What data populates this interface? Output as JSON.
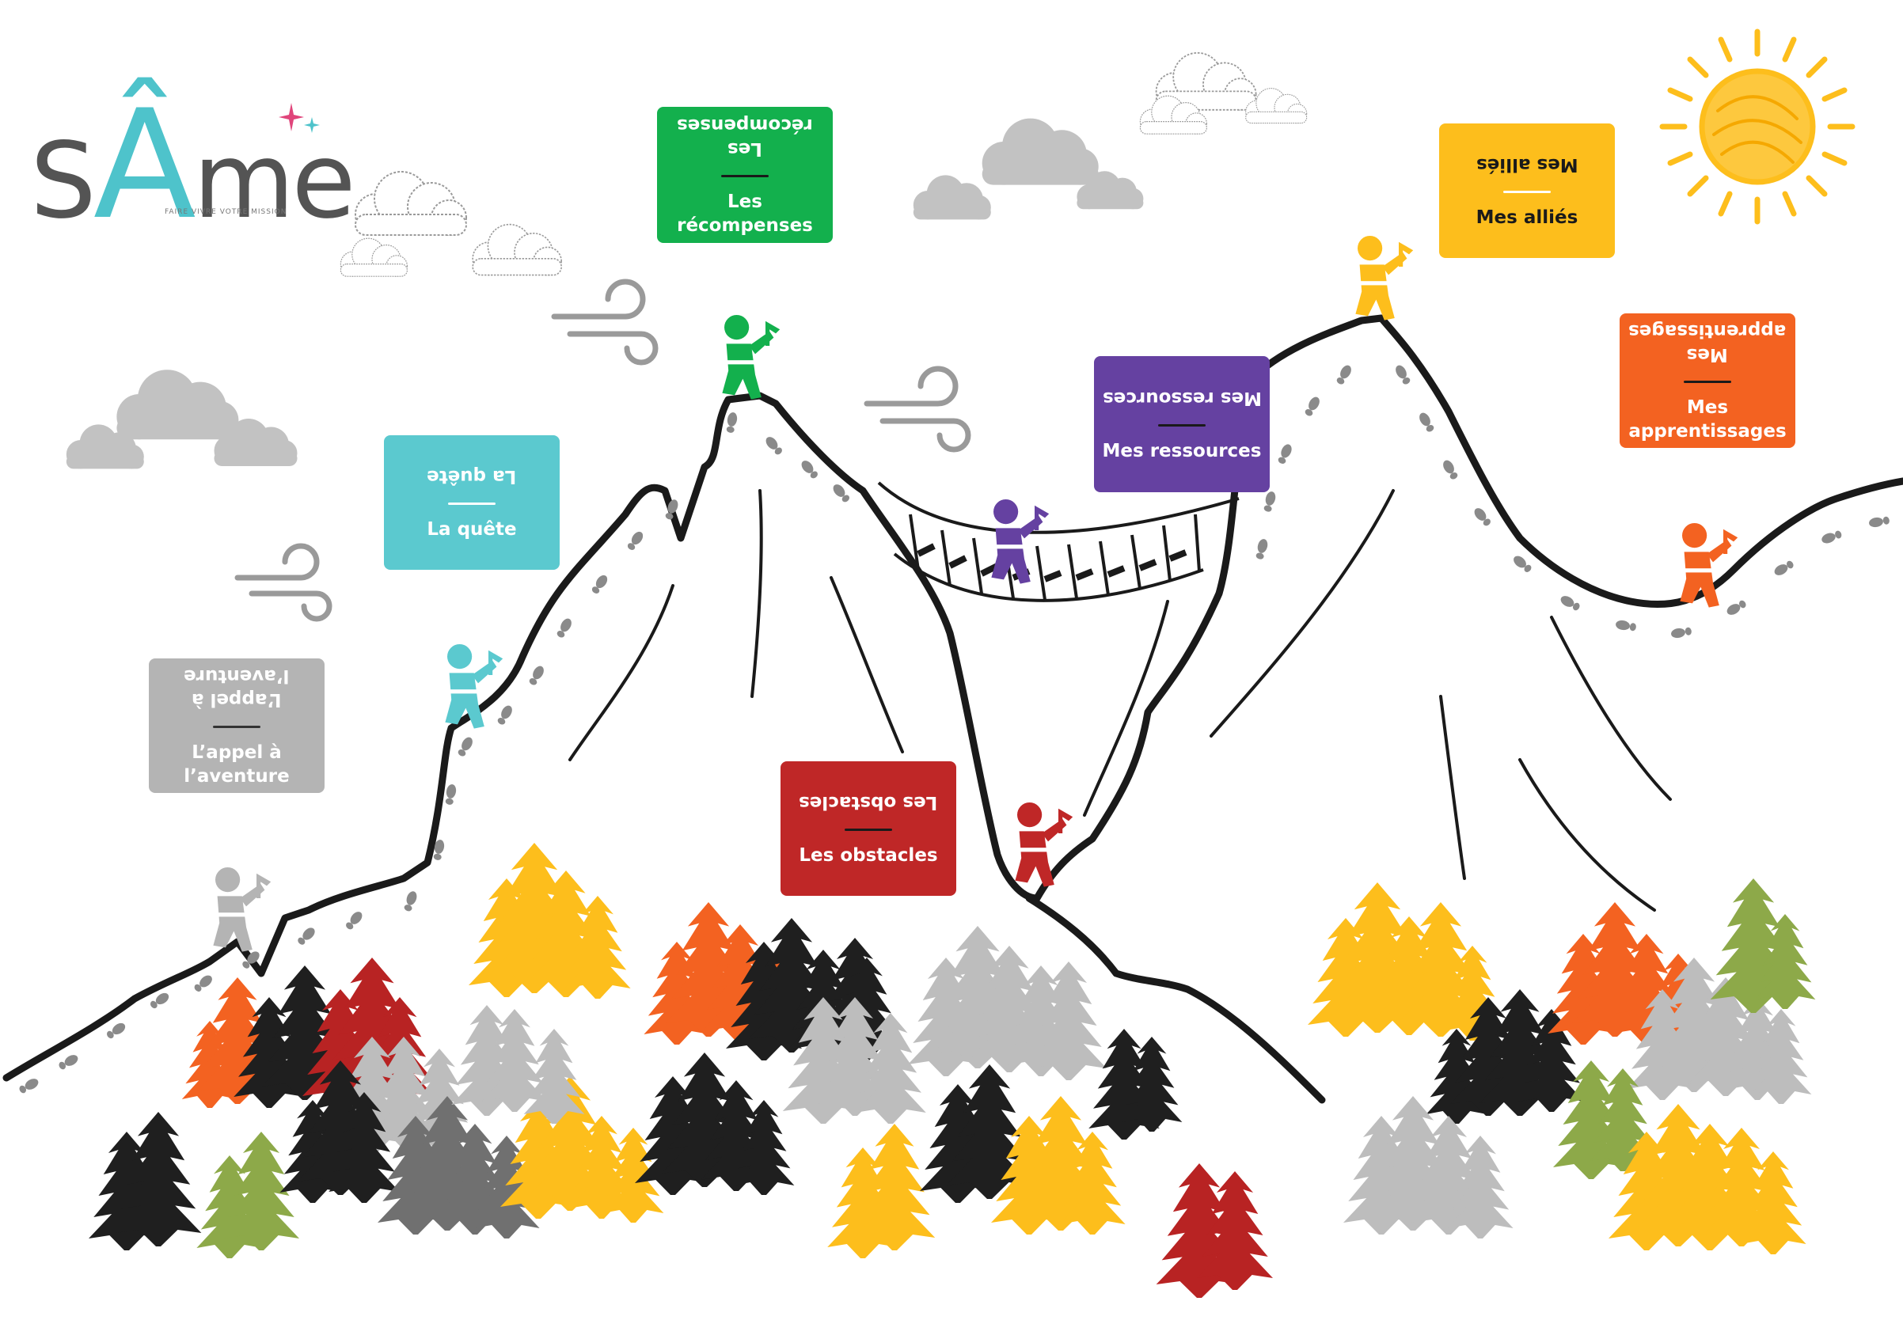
{
  "brand": {
    "word_left": "S",
    "word_accent": "Â",
    "word_right": "me",
    "tagline": "FAIRE VIVRE VOTRE MISSION",
    "accent_color": "#4EC3CB",
    "text_color": "#545454"
  },
  "stages": [
    {
      "id": "appel",
      "label": "L’appel à l’aventure",
      "line1": "L’appel à",
      "line2": "l’aventure",
      "color": "#B4B4B4"
    },
    {
      "id": "quete",
      "label": "La quête",
      "line1": "La quête",
      "line2": "",
      "color": "#5BC9CF"
    },
    {
      "id": "recompenses",
      "label": "Les récompenses",
      "line1": "Les",
      "line2": "récompenses",
      "color": "#13B04D"
    },
    {
      "id": "obstacles",
      "label": "Les obstacles",
      "line1": "Les obstacles",
      "line2": "",
      "color": "#BF2727"
    },
    {
      "id": "ressources",
      "label": "Mes ressources",
      "line1": "Mes ressources",
      "line2": "",
      "color": "#6541A1"
    },
    {
      "id": "allies",
      "label": "Mes alliés",
      "line1": "Mes alliés",
      "line2": "",
      "color": "#FDBE1C"
    },
    {
      "id": "apprentissages",
      "label": "Mes apprentissages",
      "line1": "Mes",
      "line2": "apprentissages",
      "color": "#F36221"
    }
  ],
  "climber_colors": [
    "#B4B4B4",
    "#5BC9CF",
    "#13B04D",
    "#6541A1",
    "#BF2727",
    "#FDBE1C",
    "#F36221"
  ],
  "icons": {
    "sun": "sun-icon",
    "cloud": "cloud-icon",
    "wind": "wind-icon",
    "tree": "pine-tree-icon",
    "climber": "climber-icon",
    "bridge": "rope-bridge-icon",
    "footprints": "footprints-icon"
  },
  "palette": {
    "outline": "#1a1a1a",
    "footprint": "#8a8a8a",
    "cloud_gray": "#C2C2C2",
    "sun": "#FDBE1C",
    "wind": "#9A9A9A",
    "trees": [
      "#FDBE1C",
      "#F36221",
      "#1f1f1f",
      "#BDBDBD",
      "#B82323",
      "#8DA949",
      "#707070"
    ]
  }
}
